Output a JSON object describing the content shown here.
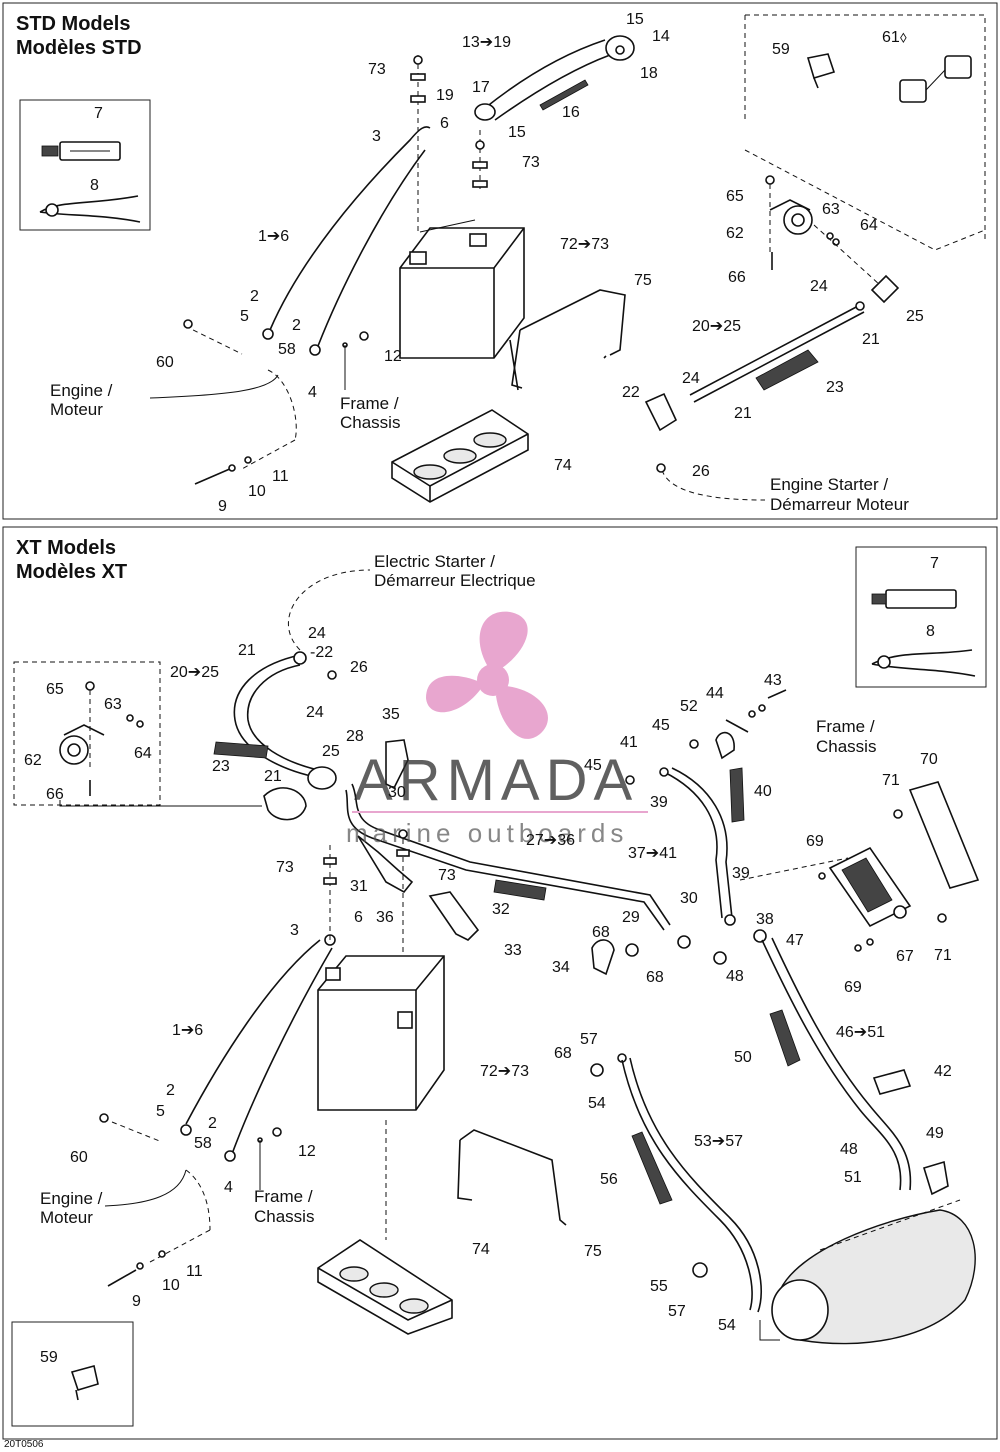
{
  "std": {
    "title_en": "STD Models",
    "title_fr": "Modèles STD",
    "engine_label": [
      "Engine /",
      "Moteur"
    ],
    "frame_label": [
      "Frame /",
      "Chassis"
    ],
    "starter_label": [
      "Engine Starter /",
      "Démarreur Moteur"
    ],
    "labels": [
      "15",
      "14",
      "13➔19",
      "18",
      "59",
      "61⬨",
      "73",
      "17",
      "19",
      "16",
      "15",
      "3",
      "6",
      "73",
      "7",
      "8",
      "65",
      "63",
      "62",
      "64",
      "1➔6",
      "72➔73",
      "66",
      "75",
      "24",
      "25",
      "2",
      "5",
      "2",
      "20➔25",
      "21",
      "60",
      "58",
      "12",
      "4",
      "24",
      "22",
      "23",
      "21",
      "74",
      "26",
      "11",
      "10",
      "9"
    ]
  },
  "xt": {
    "title_en": "XT Models",
    "title_fr": "Modèles XT",
    "electric_starter_label": [
      "Electric Starter /",
      "Démarreur Electrique"
    ],
    "frame_label": [
      "Frame /",
      "Chassis"
    ],
    "engine_label": [
      "Engine /",
      "Moteur"
    ],
    "frame_label_2": [
      "Frame /",
      "Chassis"
    ],
    "labels": [
      "7",
      "8",
      "24",
      "21",
      "-22",
      "26",
      "20➔25",
      "65",
      "63",
      "62",
      "64",
      "66",
      "43",
      "44",
      "52",
      "45",
      "35",
      "24",
      "25",
      "28",
      "21",
      "23",
      "41",
      "45",
      "30",
      "39",
      "40",
      "70",
      "71",
      "69",
      "27➔36",
      "37➔41",
      "73",
      "73",
      "31",
      "36",
      "30",
      "39",
      "32",
      "29",
      "38",
      "6",
      "3",
      "33",
      "47",
      "68",
      "34",
      "68",
      "48",
      "67",
      "71",
      "69",
      "1➔6",
      "57",
      "68",
      "72➔73",
      "46➔51",
      "50",
      "42",
      "54",
      "2",
      "5",
      "53➔57",
      "60",
      "58",
      "2",
      "12",
      "49",
      "48",
      "56",
      "51",
      "4",
      "11",
      "74",
      "10",
      "75",
      "55",
      "9",
      "57",
      "54",
      "59"
    ]
  },
  "watermark": {
    "brand": "ARMADA",
    "tagline": "marine outboards",
    "logo_color": "#e8a6cf"
  },
  "diagram_code": "20T0506"
}
